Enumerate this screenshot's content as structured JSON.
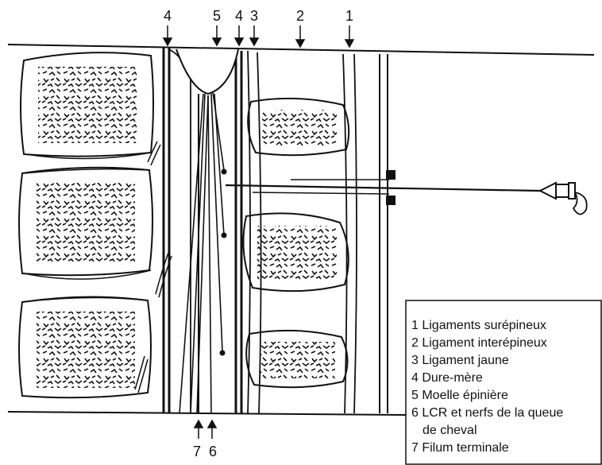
{
  "figure": {
    "top_labels": [
      "4",
      "5",
      "4",
      "3",
      "2",
      "1"
    ],
    "bottom_labels": [
      "7",
      "6"
    ]
  },
  "legend": {
    "items": [
      "1 Ligaments surépineux",
      "2 Ligament interépineux",
      "3 Ligament jaune",
      "4 Dure-mère",
      "5 Moelle épinière",
      "6 LCR et nerfs de la queue",
      "de cheval",
      "7 Filum terminale"
    ]
  },
  "colors": {
    "ink": "#111111",
    "paper": "#ffffff"
  }
}
